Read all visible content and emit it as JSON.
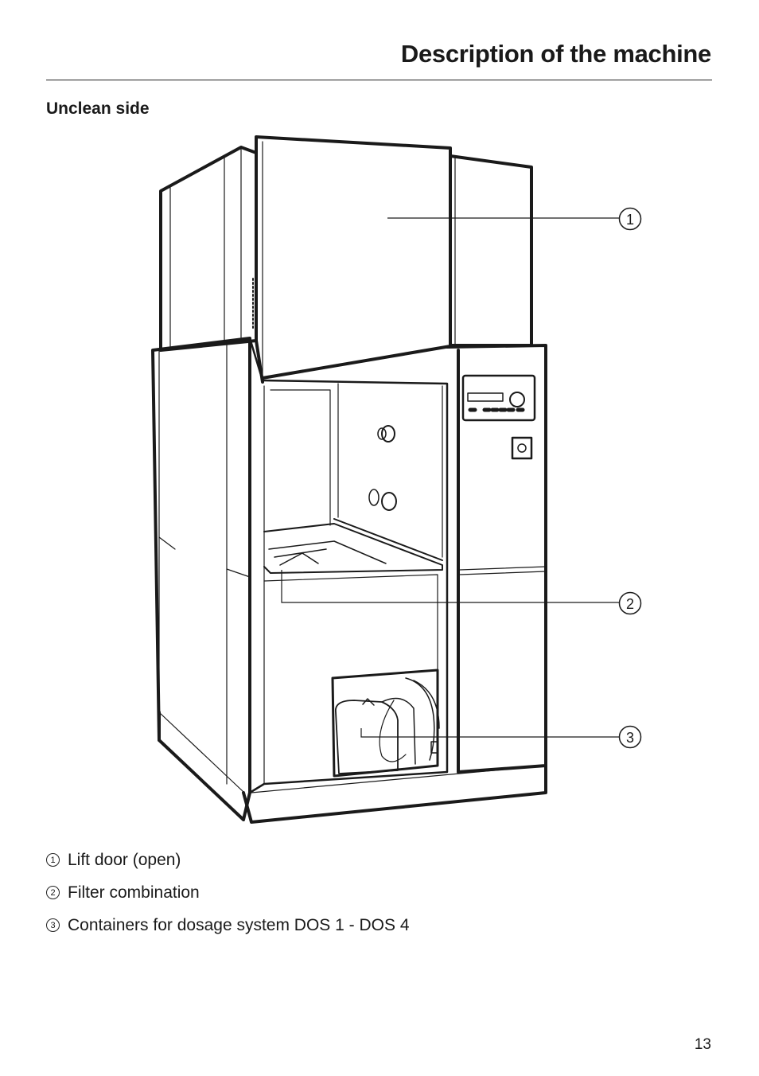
{
  "header": {
    "title": "Description of the machine"
  },
  "section": {
    "heading": "Unclean side"
  },
  "figure": {
    "callouts": [
      "1",
      "2",
      "3"
    ]
  },
  "legend": [
    {
      "marker": "1",
      "text": "Lift door (open)"
    },
    {
      "marker": "2",
      "text": "Filter combination"
    },
    {
      "marker": "3",
      "text": "Containers for dosage system DOS 1 - DOS 4"
    }
  ],
  "footer": {
    "page_number": "13"
  }
}
